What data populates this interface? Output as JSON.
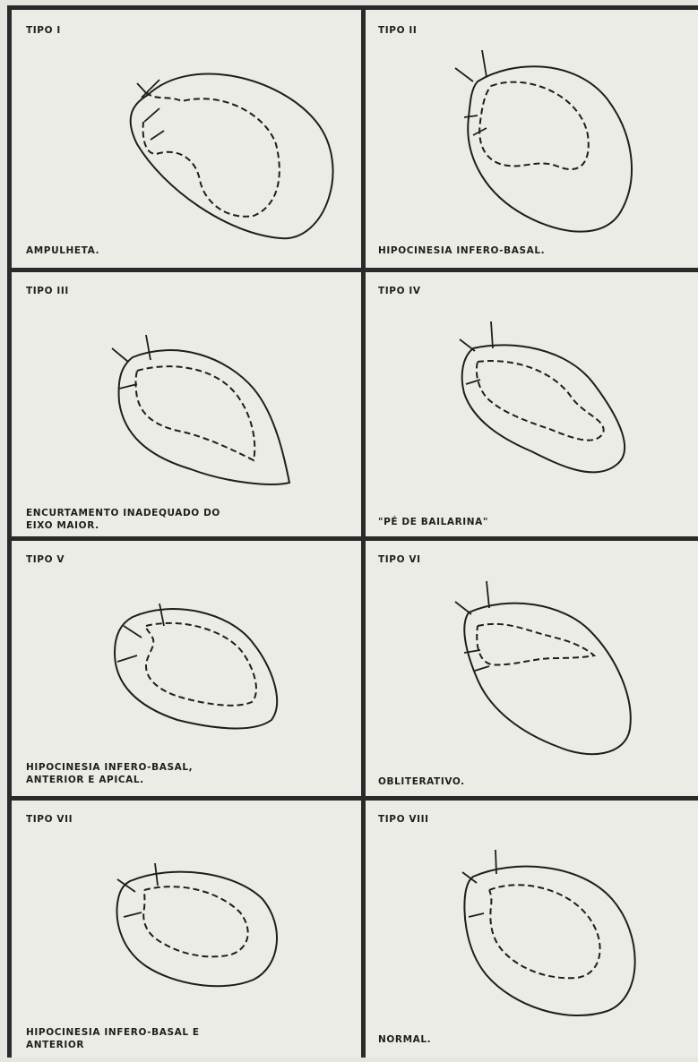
{
  "panels": [
    {
      "title": "TIPO I",
      "caption": "AMPULHETA."
    },
    {
      "title": "TIPO II",
      "caption": "HIPOCINESIA INFERO-BASAL."
    },
    {
      "title": "TIPO III",
      "caption": "ENCURTAMENTO INADEQUADO DO\nEIXO MAIOR."
    },
    {
      "title": "TIPO IV",
      "caption": "\"PÉ DE BAILARINA\""
    },
    {
      "title": "TIPO V",
      "caption": "HIPOCINESIA INFERO-BASAL,\nANTERIOR E APICAL."
    },
    {
      "title": "TIPO VI",
      "caption": "OBLITERATIVO."
    },
    {
      "title": "TIPO VII",
      "caption": "HIPOCINESIA INFERO-BASAL E\nANTERIOR"
    },
    {
      "title": "TIPO VIII",
      "caption": "NORMAL."
    }
  ],
  "colors": {
    "ink": "#1e1e1e",
    "grid": "#2a2a2a",
    "paper": "#ecece7"
  }
}
